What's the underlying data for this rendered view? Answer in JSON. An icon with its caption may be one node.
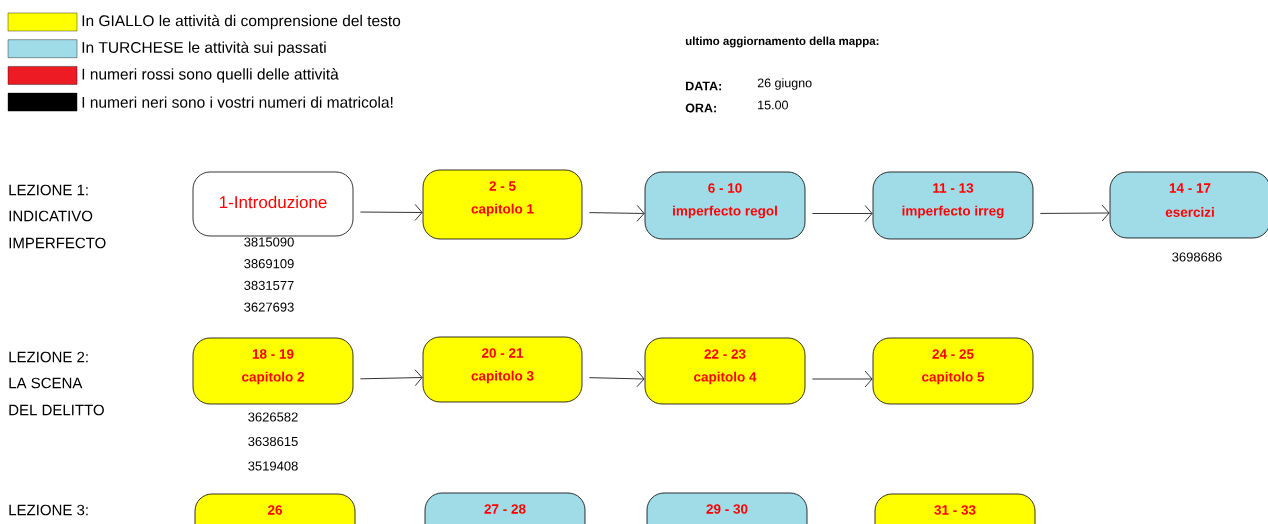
{
  "diagram": {
    "nodes": [
      {
        "text": [
          "1-Introduzione"
        ],
        "beside": [
          "3815090",
          "3869109",
          "3831577",
          "3627693"
        ]
      },
      {
        "text": [
          "2 - 5",
          "capitolo 1"
        ]
      },
      {
        "text": [
          "6 - 10",
          "imperfecto regol"
        ]
      },
      {
        "text": [
          "11 - 13",
          "imperfecto irreg"
        ]
      },
      {
        "text": [
          "14 - 17",
          "esercizi"
        ],
        "beside": [
          "3698686"
        ]
      },
      {
        "text": [
          "18 - 19",
          "capitolo 2"
        ],
        "beside": [
          "3626582",
          "3638615",
          "3519408"
        ]
      },
      {
        "text": [
          "20 - 21",
          "capitolo 3"
        ]
      },
      {
        "text": [
          "22 - 23",
          "capitolo 4"
        ]
      },
      {
        "text": [
          "24 - 25",
          "capitolo 5"
        ]
      },
      {
        "text": [
          "26"
        ]
      },
      {
        "text": [
          "27 - 28"
        ]
      },
      {
        "text": [
          "29 - 30"
        ]
      },
      {
        "text": [
          "31 - 33"
        ]
      }
    ],
    "edges": [
      {
        "from": 0,
        "to": 1,
        "arrow": "to"
      },
      {
        "from": 1,
        "to": 2,
        "arrow": "to"
      },
      {
        "from": 2,
        "to": 3,
        "arrow": "to"
      },
      {
        "from": 3,
        "to": 4,
        "arrow": "to"
      },
      {
        "from": 5,
        "to": 6,
        "arrow": "to"
      },
      {
        "from": 6,
        "to": 7,
        "arrow": "to"
      },
      {
        "from": 7,
        "to": 8,
        "arrow": "to"
      }
    ],
    "labels": [
      "ultimo aggiornamento della mappa:",
      "DATA:",
      "26 giugno",
      "ORA:",
      "15.00",
      "LEZIONE 1:",
      "INDICATIVO",
      "IMPERFECTO",
      "LEZIONE 2:",
      "LA SCENA",
      "DEL DELITTO",
      "LEZIONE 3:"
    ],
    "legend": [
      {
        "text": "In GIALLO le attività di comprensione del testo",
        "color": "#ffff00"
      },
      {
        "text": "In TURCHESE le attività sui passati",
        "color": "#a0dce8"
      },
      {
        "text": "I numeri rossi sono quelli delle attività",
        "color": "#ed1c24"
      },
      {
        "text": "I numeri neri sono i vostri numeri di matricola!",
        "color": "#000000"
      }
    ]
  }
}
